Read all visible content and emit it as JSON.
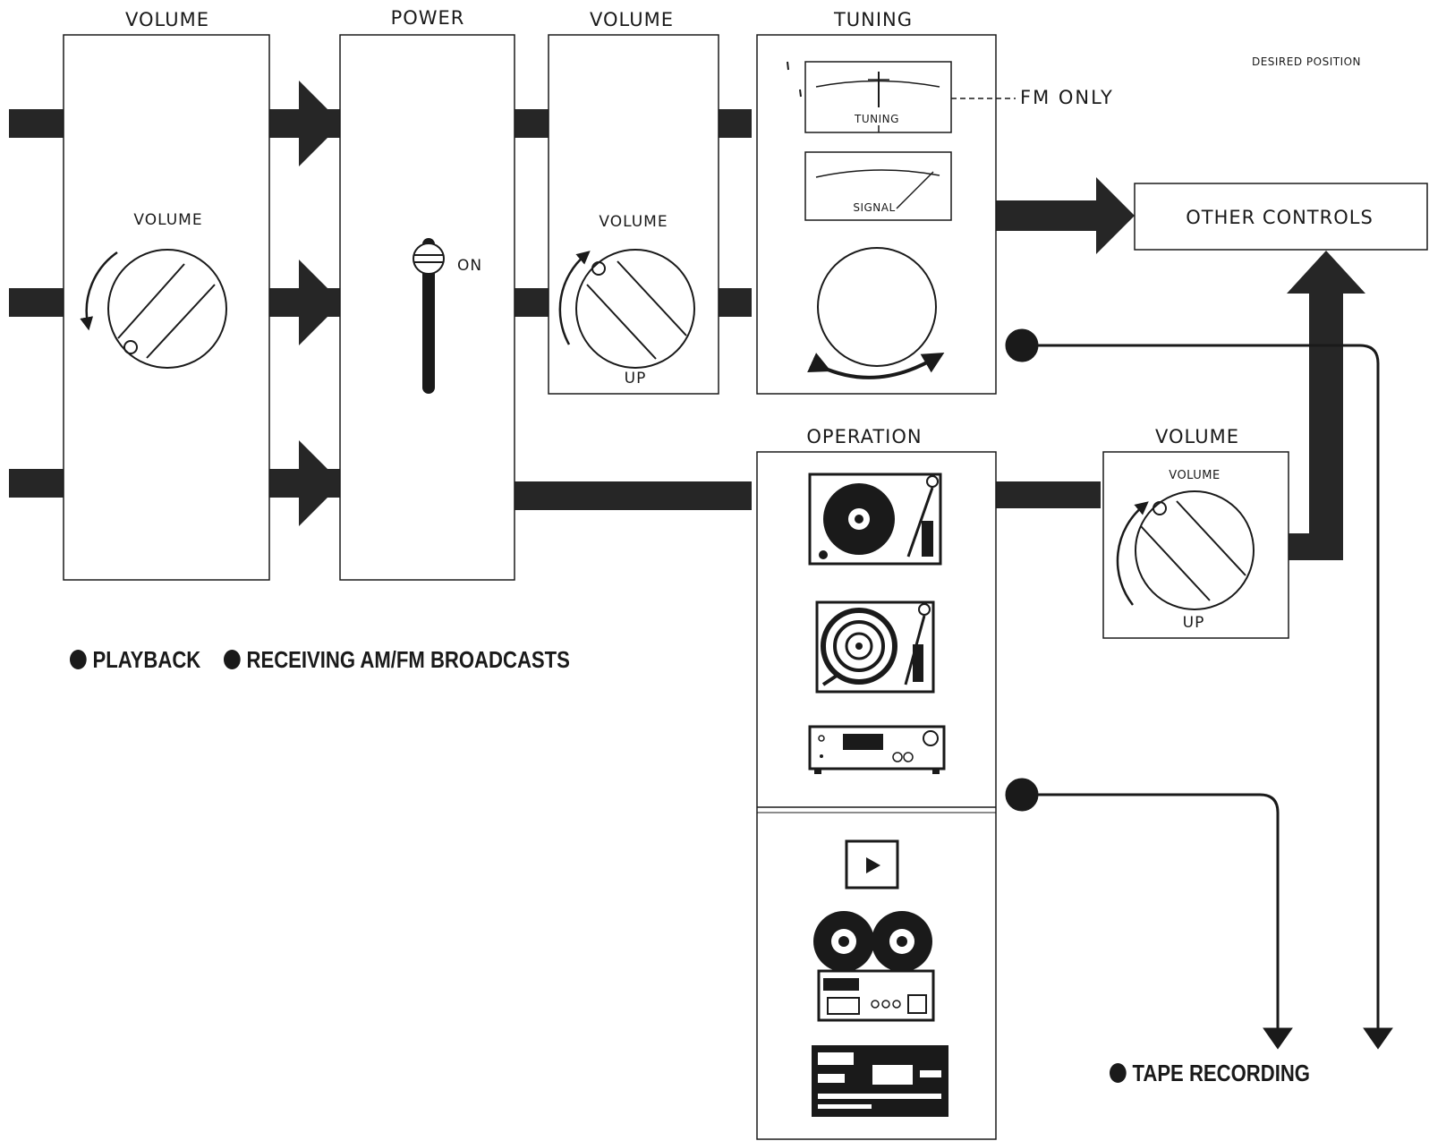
{
  "diagram": {
    "desired_position": "DESIRED POSITION",
    "panels": {
      "volume_left": {
        "heading": "VOLUME",
        "knob_label": "VOLUME"
      },
      "power": {
        "heading": "POWER",
        "switch_label": "ON"
      },
      "volume_mid": {
        "heading": "VOLUME",
        "knob_label": "VOLUME",
        "knob_sub": "UP"
      },
      "tuning": {
        "heading": "TUNING",
        "meter_tuning": "TUNING",
        "meter_signal": "SIGNAL",
        "note": "FM ONLY"
      },
      "operation": {
        "heading": "OPERATION"
      },
      "volume_right": {
        "heading": "VOLUME",
        "knob_label": "VOLUME",
        "knob_sub": "UP"
      },
      "other_controls": {
        "label": "OTHER CONTROLS"
      }
    },
    "legend": {
      "playback": "PLAYBACK",
      "receiving": "RECEIVING AM/FM BROADCASTS",
      "tape_recording": "TAPE RECORDING"
    },
    "colors": {
      "ink": "#1a1a1a",
      "paper": "#ffffff",
      "arrow": "#262626"
    },
    "icons": [
      "turntable-icon",
      "turntable-icon",
      "tuner-icon",
      "play-icon",
      "reel-to-reel-icon",
      "cassette-deck-icon"
    ]
  }
}
